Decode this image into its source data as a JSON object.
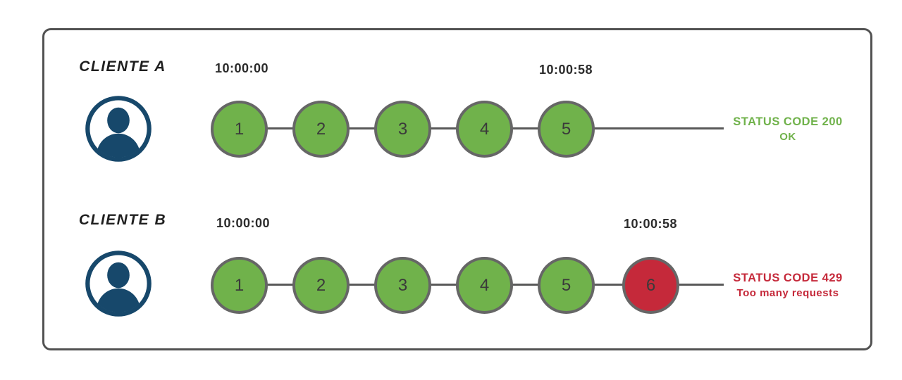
{
  "theme": {
    "green": "#70b24b",
    "red": "#c5293a",
    "navy": "#17486b",
    "gray": "#666666",
    "line": "#595959",
    "border": "#525252",
    "text": "#2b2b2b"
  },
  "diagram": {
    "clients": [
      {
        "name": "CLIENTE A",
        "start_time": "10:00:00",
        "end_time": "10:00:58",
        "requests": [
          {
            "label": "1",
            "status": "ok"
          },
          {
            "label": "2",
            "status": "ok"
          },
          {
            "label": "3",
            "status": "ok"
          },
          {
            "label": "4",
            "status": "ok"
          },
          {
            "label": "5",
            "status": "ok"
          }
        ],
        "status": {
          "code_line": "STATUS CODE 200",
          "message_line": "OK",
          "type": "ok"
        }
      },
      {
        "name": "CLIENTE B",
        "start_time": "10:00:00",
        "end_time": "10:00:58",
        "requests": [
          {
            "label": "1",
            "status": "ok"
          },
          {
            "label": "2",
            "status": "ok"
          },
          {
            "label": "3",
            "status": "ok"
          },
          {
            "label": "4",
            "status": "ok"
          },
          {
            "label": "5",
            "status": "ok"
          },
          {
            "label": "6",
            "status": "blocked"
          }
        ],
        "status": {
          "code_line": "STATUS CODE 429",
          "message_line": "Too many requests",
          "type": "error"
        }
      }
    ]
  }
}
